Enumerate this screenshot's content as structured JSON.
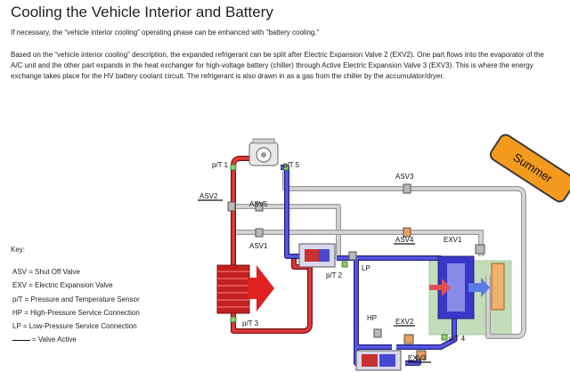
{
  "page": {
    "title": "Cooling the Vehicle Interior and Battery",
    "para1": "If necessary, the “vehicle interior cooling” operating phase can be enhanced with “battery cooling.”",
    "para2": "Based on the “vehicle interior cooling” description, the expanded refrigerant can be split after Electric Expansion Valve 2 (EXV2).  One part flows into the evaporator of the A/C unit and the other part expands in the heat exchanger for high-voltage battery (chiller) through Active Electric Expansion Valve 3 (EXV3).  This is where the energy exchange takes place for the HV battery coolant circuit.  The refrigerant is also drawn in as a gas from the chiller by the accumulator/dryer."
  },
  "key": {
    "title": "Key:",
    "items": [
      "ASV = Shut Off Valve",
      "EXV = Electric Expansion Valve",
      "p/T = Pressure and Temperature Sensor",
      "HP  = High-Pressure Service Connection",
      "LP  = Low-Pressure Service Connection"
    ],
    "valve_active": "= Valve Active"
  },
  "diagram": {
    "labels": {
      "pt1": "p/T 1",
      "pt5": "p/T 5",
      "asv3": "ASV3",
      "asv2": "ASV2",
      "asv5": "ASV5",
      "asv1": "ASV1",
      "asv4": "ASV4",
      "exv1": "EXV1",
      "lp": "LP",
      "pt2": "p/T 2",
      "pt3": "p/T 3",
      "hp": "HP",
      "exv2": "EXV2",
      "pt4": "p/T 4",
      "exv3": "EXV3"
    },
    "badge": "Summer",
    "colors": {
      "high_pressure": "#d42a2a",
      "low_pressure": "#4a4adf",
      "inactive": "#c4c4c4",
      "coolant_zone": "#b9d7ae",
      "badge": "#f39a1f"
    }
  }
}
